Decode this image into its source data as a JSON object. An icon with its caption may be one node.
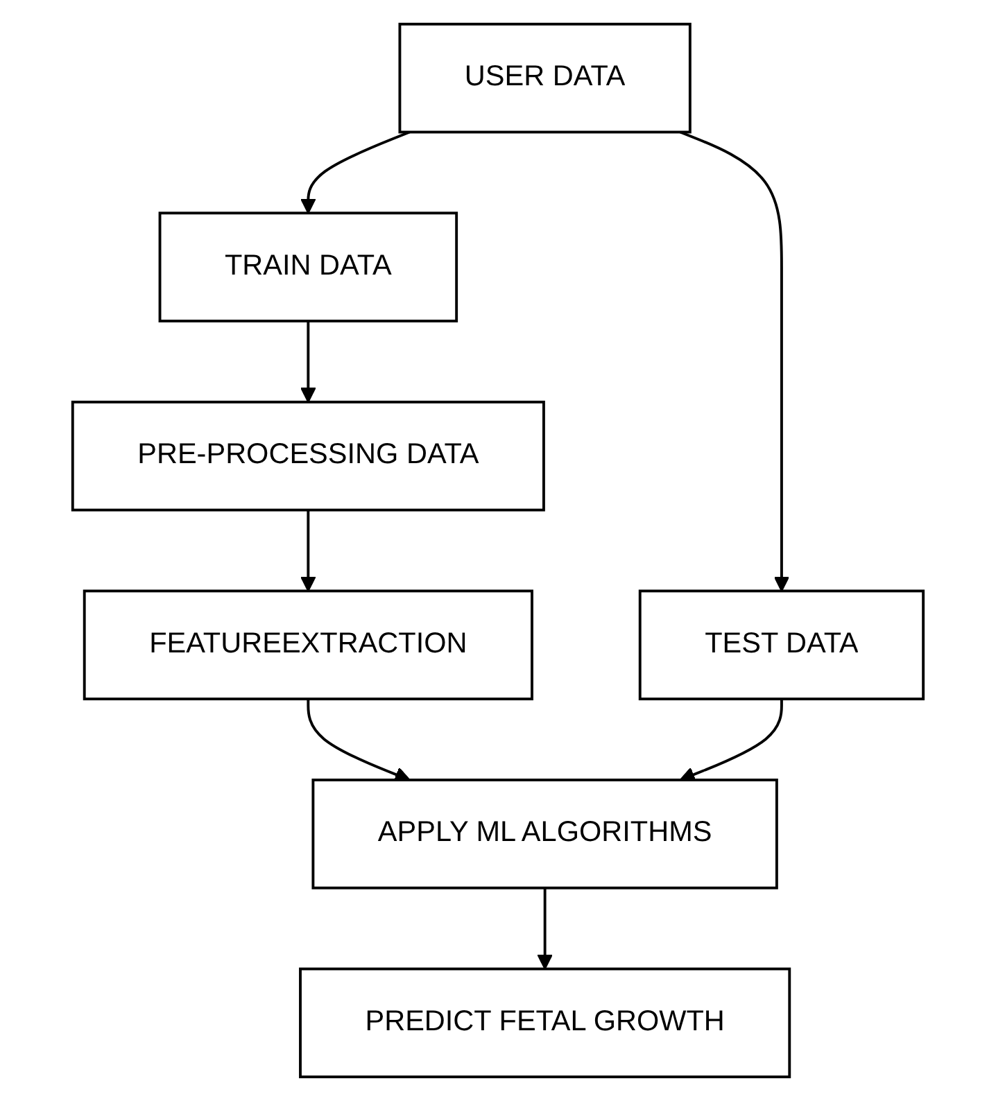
{
  "diagram": {
    "nodes": [
      {
        "text": [
          "USER DATA"
        ]
      },
      {
        "text": [
          "TRAIN DATA"
        ]
      },
      {
        "text": [
          "TEST DATA"
        ]
      },
      {
        "text": [
          "PRE-PROCESSING DATA"
        ]
      },
      {
        "text": [
          "FEATUREEXTRACTION"
        ]
      },
      {
        "text": [
          "APPLY ML ALGORITHMS"
        ]
      },
      {
        "text": [
          "PREDICT FETAL GROWTH"
        ]
      }
    ],
    "edges": [
      {
        "from": 0,
        "to": 1,
        "arrow": "to"
      },
      {
        "from": 0,
        "to": 2,
        "arrow": "to"
      },
      {
        "from": 1,
        "to": 3,
        "arrow": "to"
      },
      {
        "from": 3,
        "to": 4,
        "arrow": "to"
      },
      {
        "from": 4,
        "to": 5,
        "arrow": "to"
      },
      {
        "from": 2,
        "to": 5,
        "arrow": "to"
      },
      {
        "from": 5,
        "to": 6,
        "arrow": "to"
      }
    ]
  }
}
